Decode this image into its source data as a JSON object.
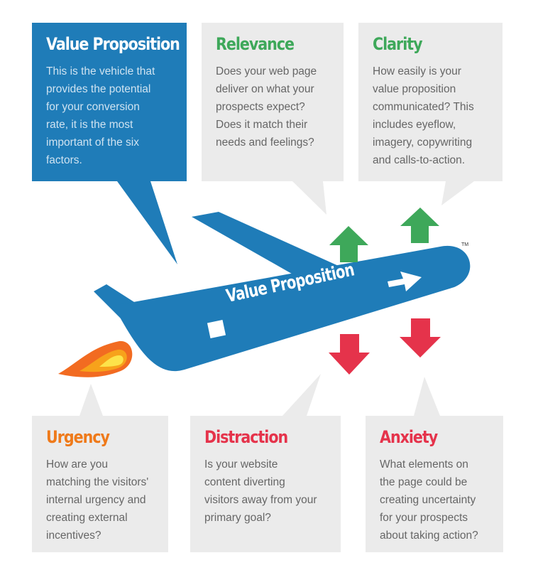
{
  "boxes": {
    "value_proposition": {
      "title": "Value Proposition",
      "text": "This is the vehicle that\nprovides the potential\nfor your conversion\nrate, it is the most\nimportant of the six\nfactors."
    },
    "relevance": {
      "title": "Relevance",
      "text": "Does your web page\ndeliver on what your\nprospects expect?\nDoes it match their\nneeds and feelings?"
    },
    "clarity": {
      "title": "Clarity",
      "text": "How easily is your\nvalue proposition\ncommunicated? This\nincludes eyeflow,\nimagery, copywriting\nand calls-to-action."
    },
    "urgency": {
      "title": "Urgency",
      "text": "How are you\nmatching the visitors'\ninternal urgency and\ncreating external\nincentives?"
    },
    "distraction": {
      "title": "Distraction",
      "text": "Is your website\ncontent diverting\nvisitors away from your\nprimary goal?"
    },
    "anxiety": {
      "title": "Anxiety",
      "text": "What elements on\nthe page could be\ncreating uncertainty\nfor your prospects\nabout taking action?"
    }
  },
  "plane": {
    "label": "Value Proposition",
    "trademark": "TM"
  },
  "colors": {
    "blue": "#1f7cb8",
    "green": "#3ea85a",
    "orange": "#ef7a1a",
    "red": "#e5334b",
    "box_gray": "#ebebeb"
  },
  "icons": [
    "up-arrow-icon",
    "down-arrow-icon",
    "flame-icon",
    "airplane-icon"
  ]
}
